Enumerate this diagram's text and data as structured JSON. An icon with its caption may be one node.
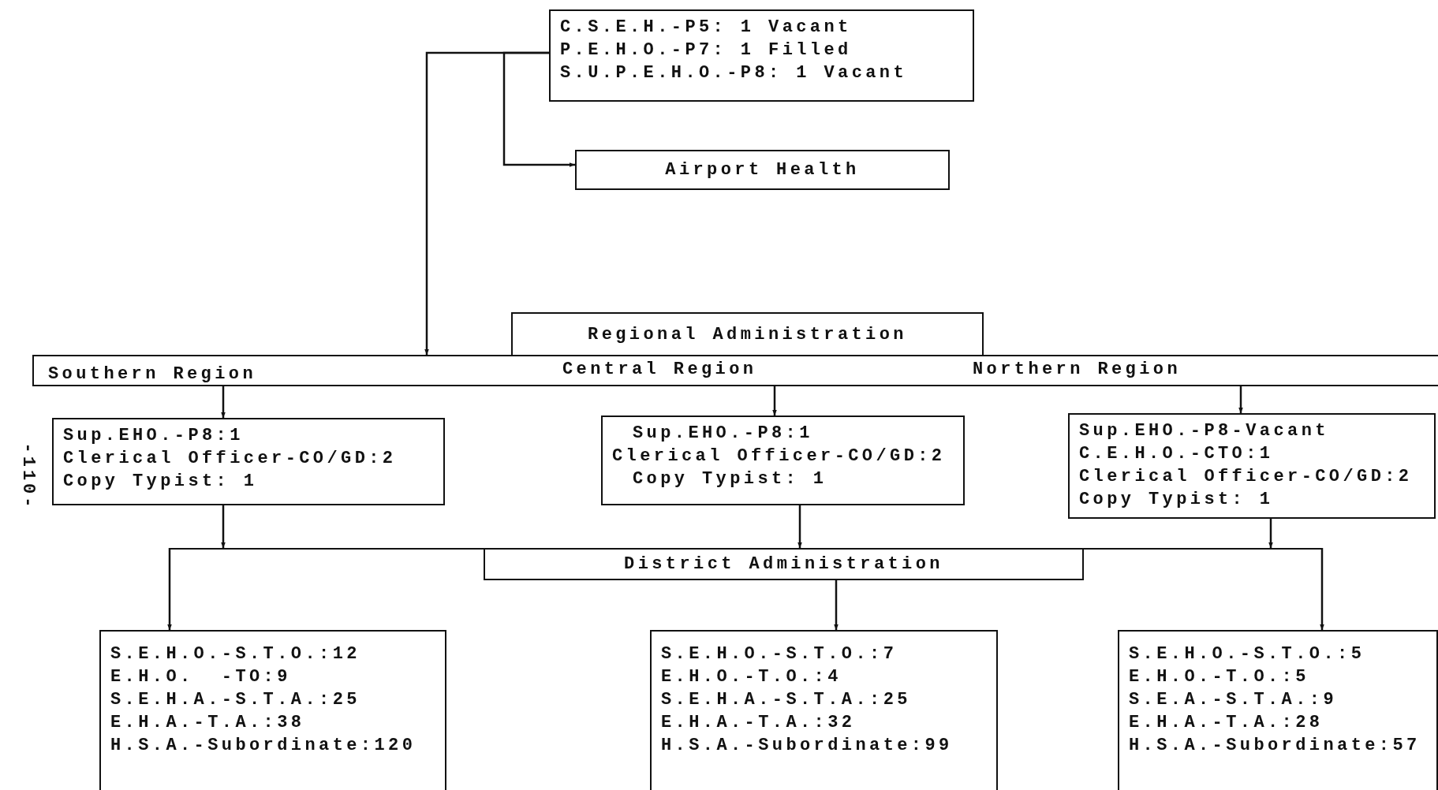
{
  "diagram": {
    "nodes": [
      {
        "text": [
          "C.S.E.H.-P5: 1 Vacant",
          "P.E.H.O.-P7: 1 Filled",
          "S.U.P.E.H.O.-P8: 1 Vacant"
        ]
      },
      {
        "text": [
          "Airport Health"
        ]
      },
      {
        "text": [
          "Regional Administration"
        ]
      },
      {
        "text": [
          "Southern Region",
          "Central Region",
          "Northern Region"
        ]
      },
      {
        "text": [
          "Sup.EHO.-P8:1",
          "Clerical Officer-CO/GD:2",
          "Copy Typist: 1"
        ]
      },
      {
        "text": [
          "Sup.EHO.-P8:1",
          "Clerical Officer-CO/GD:2",
          "Copy Typist: 1"
        ]
      },
      {
        "text": [
          "Sup.EHO.-P8-Vacant",
          "C.E.H.O.-CTO:1",
          "Clerical Officer-CO/GD:2",
          "Copy Typist: 1"
        ]
      },
      {
        "text": [
          "District Administration"
        ]
      },
      {
        "text": [
          "S.E.H.O.-S.T.O.:12",
          "E.H.O.  -TO:9",
          "S.E.H.A.-S.T.A.:25",
          "E.H.A.-T.A.:38",
          "H.S.A.-Subordinate:120"
        ]
      },
      {
        "text": [
          "S.E.H.O.-S.T.O.:7",
          "E.H.O.-T.O.:4",
          "S.E.H.A.-S.T.A.:25",
          "E.H.A.-T.A.:32",
          "H.S.A.-Subordinate:99"
        ]
      },
      {
        "text": [
          "S.E.H.O.-S.T.O.:5",
          "E.H.O.-T.O.:5",
          "S.E.A.-S.T.A.:9",
          "E.H.A.-T.A.:28",
          "H.S.A.-Subordinate:57"
        ]
      }
    ],
    "edges": [
      {
        "from": 0,
        "to": 1,
        "arrow": "to"
      },
      {
        "from": 0,
        "to": 3,
        "arrow": "to"
      },
      {
        "from": 3,
        "to": 4,
        "arrow": "to"
      },
      {
        "from": 3,
        "to": 5,
        "arrow": "to"
      },
      {
        "from": 3,
        "to": 6,
        "arrow": "to"
      },
      {
        "from": 4,
        "to": 7,
        "arrow": "to"
      },
      {
        "from": 5,
        "to": 7,
        "arrow": "to"
      },
      {
        "from": 6,
        "to": 7,
        "arrow": "to"
      },
      {
        "from": 7,
        "to": 8,
        "arrow": "to"
      },
      {
        "from": 7,
        "to": 9,
        "arrow": "to"
      },
      {
        "from": 7,
        "to": 10,
        "arrow": "to"
      }
    ],
    "labels": [
      "-110-"
    ]
  }
}
